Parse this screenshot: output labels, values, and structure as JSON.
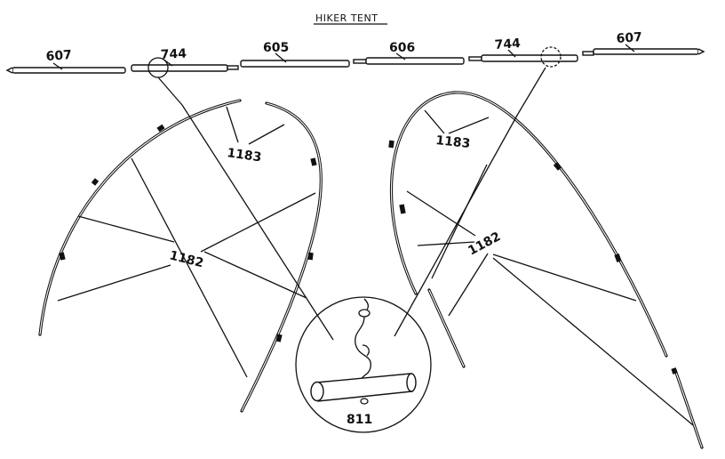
{
  "title": "HIKER TENT",
  "labels": {
    "p607_left": "607",
    "p744_left": "744",
    "p605": "605",
    "p606": "606",
    "p744_right": "744",
    "p607_right": "607",
    "p1183_left": "1183",
    "p1183_right": "1183",
    "p1182_left": "1182",
    "p1182_right": "1182",
    "p811": "811"
  }
}
